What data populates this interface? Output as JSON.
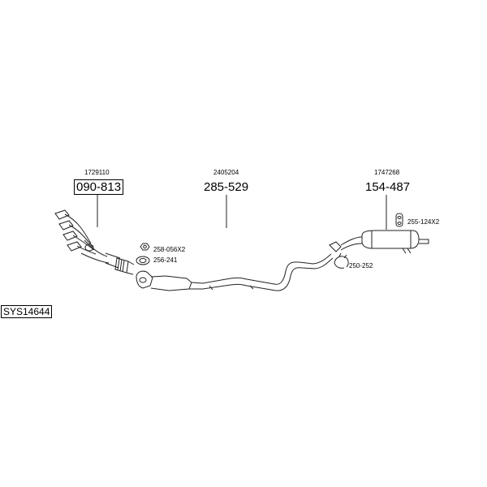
{
  "system_code": "SYS14644",
  "components": [
    {
      "ref": "1729110",
      "part": "090-813",
      "name": "manifold"
    },
    {
      "ref": "2405204",
      "part": "285-529",
      "name": "middle-pipe"
    },
    {
      "ref": "1747268",
      "part": "154-487",
      "name": "rear-silencer"
    }
  ],
  "accessories": [
    {
      "label": "258-056X2",
      "name": "nut"
    },
    {
      "label": "256-241",
      "name": "gasket"
    },
    {
      "label": "250-252",
      "name": "clamp"
    },
    {
      "label": "255-124X2",
      "name": "rubber-mount"
    }
  ]
}
